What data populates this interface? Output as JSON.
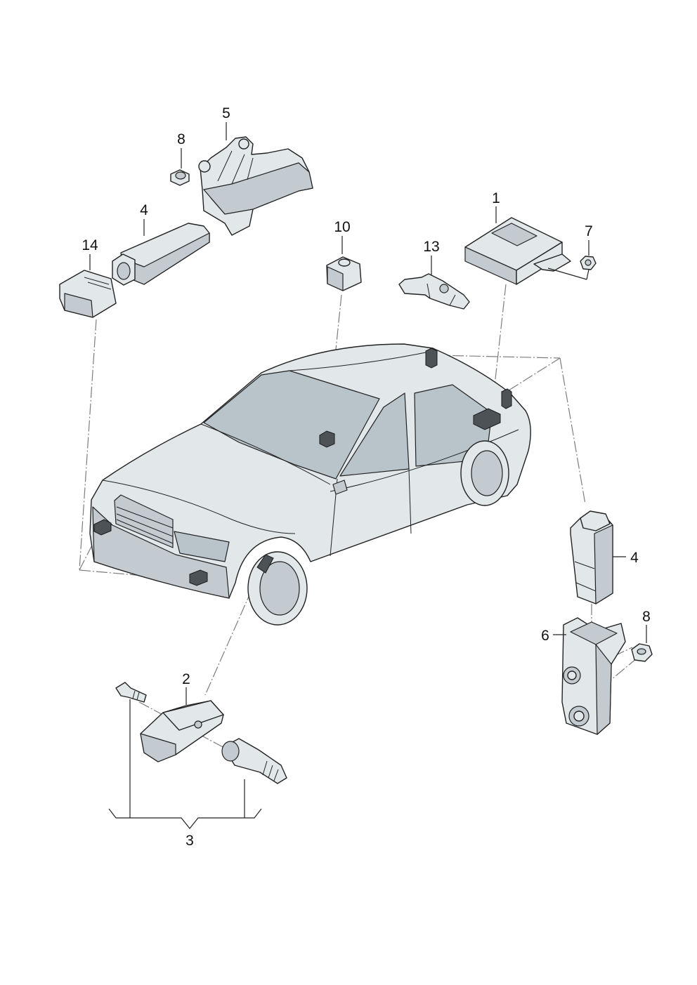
{
  "callouts": [
    "5",
    "8",
    "4",
    "14",
    "10",
    "13",
    "1",
    "7",
    "4",
    "8",
    "6",
    "2",
    "3"
  ],
  "colors": {
    "line": "#222222",
    "fill": "#e2e7ea",
    "shade": "#c3cbd1",
    "glass": "#b8c3ca",
    "dark": "#4d5256",
    "leader": "#7d7d7d"
  }
}
